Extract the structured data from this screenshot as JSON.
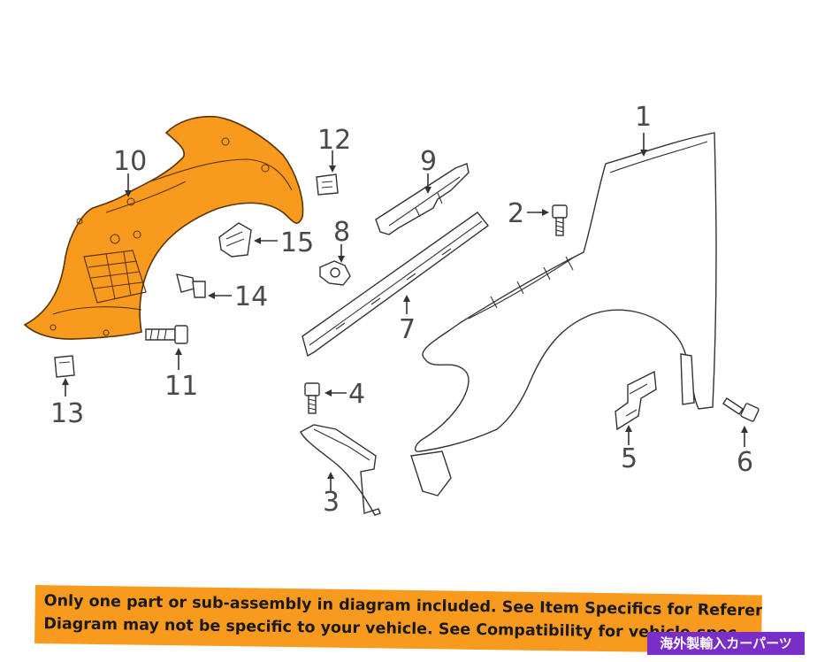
{
  "callouts": {
    "c1": "1",
    "c2": "2",
    "c3": "3",
    "c4": "4",
    "c5": "5",
    "c6": "6",
    "c7": "7",
    "c8": "8",
    "c9": "9",
    "c10": "10",
    "c11": "11",
    "c12": "12",
    "c13": "13",
    "c14": "14",
    "c15": "15"
  },
  "notice": {
    "line1": "Only one part or sub-assembly in diagram included. See Item Specifics for Reference #.",
    "line2": "Diagram may not be specific to your vehicle. See Compatibility for vehicle-spec"
  },
  "badge": "海外製輸入カーパーツ",
  "colors": {
    "highlight_part": "#f79a1e",
    "notice_background": "#f79a1e",
    "badge_background": "#7a2ec9",
    "line_art": "#333333",
    "callout_text": "#4a4a4a"
  }
}
